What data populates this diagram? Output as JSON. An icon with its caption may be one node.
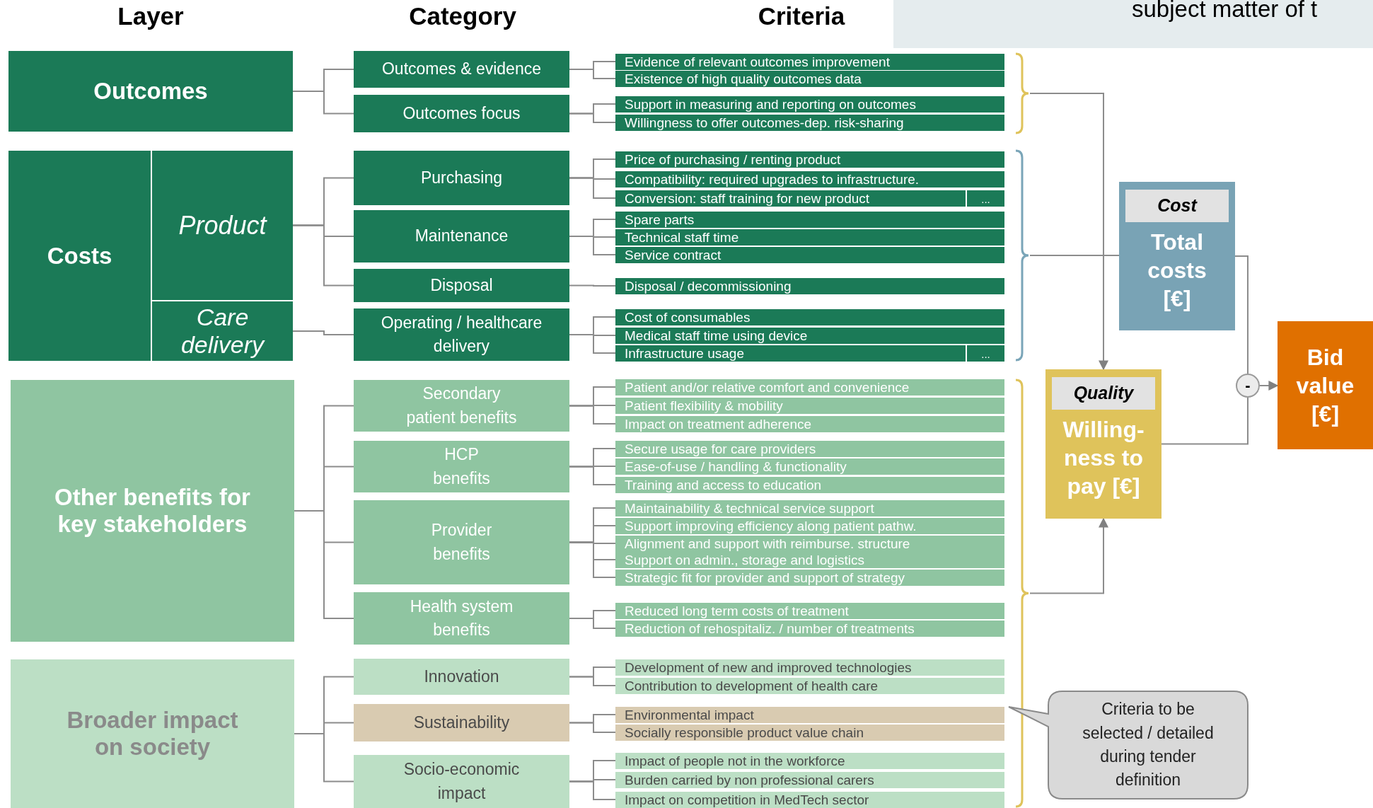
{
  "diagram": {
    "nodes": [
      {
        "text": [
          "Outcomes"
        ]
      },
      {
        "text": [
          "Costs"
        ]
      },
      {
        "text": [
          "Product"
        ]
      },
      {
        "text": [
          "Care delivery"
        ]
      },
      {
        "text": [
          "Other benefits for key stakeholders"
        ]
      },
      {
        "text": [
          "Broader impact on society"
        ]
      },
      {
        "text": [
          "Outcomes & evidence"
        ]
      },
      {
        "text": [
          "Outcomes focus"
        ]
      },
      {
        "text": [
          "Purchasing"
        ]
      },
      {
        "text": [
          "Maintenance"
        ]
      },
      {
        "text": [
          "Disposal"
        ]
      },
      {
        "text": [
          "Operating / healthcare delivery"
        ]
      },
      {
        "text": [
          "Secondary patient benefits"
        ]
      },
      {
        "text": [
          "HCP benefits"
        ]
      },
      {
        "text": [
          "Provider benefits"
        ]
      },
      {
        "text": [
          "Health system benefits"
        ]
      },
      {
        "text": [
          "Innovation"
        ]
      },
      {
        "text": [
          "Sustainability"
        ]
      },
      {
        "text": [
          "Socio-economic impact"
        ]
      },
      {
        "text": [
          "Evidence of relevant outcomes improvement"
        ]
      },
      {
        "text": [
          "Existence of high quality outcomes data"
        ]
      },
      {
        "text": [
          "Support in measuring and reporting on outcomes"
        ]
      },
      {
        "text": [
          "Willingness to offer outcomes-dep. risk-sharing"
        ]
      },
      {
        "text": [
          "Price of purchasing / renting product"
        ]
      },
      {
        "text": [
          "Compatibility: required upgrades to infrastructure."
        ]
      },
      {
        "text": [
          "Conversion: staff training for new product",
          "..."
        ]
      },
      {
        "text": [
          "Spare parts"
        ]
      },
      {
        "text": [
          "Technical staff time"
        ]
      },
      {
        "text": [
          "Service contract"
        ]
      },
      {
        "text": [
          "Disposal / decommissioning"
        ]
      },
      {
        "text": [
          "Cost of consumables"
        ]
      },
      {
        "text": [
          "Medical staff time using device"
        ]
      },
      {
        "text": [
          "Infrastructure usage",
          "..."
        ]
      },
      {
        "text": [
          "Patient and/or relative comfort and convenience"
        ]
      },
      {
        "text": [
          "Patient flexibility & mobility"
        ]
      },
      {
        "text": [
          "Impact on treatment adherence"
        ]
      },
      {
        "text": [
          "Secure usage for care providers"
        ]
      },
      {
        "text": [
          "Ease-of-use / handling & functionality"
        ]
      },
      {
        "text": [
          "Training and access to education"
        ]
      },
      {
        "text": [
          "Maintainability & technical service support"
        ]
      },
      {
        "text": [
          "Support improving efficiency along patient pathw."
        ]
      },
      {
        "text": [
          "Alignment and support with reimburse. structure"
        ]
      },
      {
        "text": [
          "Support on admin., storage and logistics"
        ]
      },
      {
        "text": [
          "Strategic fit for provider and support of strategy"
        ]
      },
      {
        "text": [
          "Reduced long term costs of treatment"
        ]
      },
      {
        "text": [
          "Reduction of rehospitaliz. / number of treatments"
        ]
      },
      {
        "text": [
          "Development of new and improved technologies"
        ]
      },
      {
        "text": [
          "Contribution to development of health care"
        ]
      },
      {
        "text": [
          "Environmental impact"
        ]
      },
      {
        "text": [
          "Socially responsible product value chain"
        ]
      },
      {
        "text": [
          "Impact of people not in the workforce"
        ]
      },
      {
        "text": [
          "Burden carried by non professional carers"
        ]
      },
      {
        "text": [
          "Impact on competition in MedTech sector"
        ]
      },
      {
        "text": [],
        "shape": "brace"
      },
      {
        "text": [],
        "shape": "brace"
      },
      {
        "text": [],
        "shape": "brace"
      },
      {
        "text": [
          "Cost",
          "Total costs [€]"
        ]
      },
      {
        "text": [
          "Quality",
          "Willing-ness to pay [€]"
        ]
      },
      {
        "text": [
          "-"
        ]
      },
      {
        "text": [
          "Bid value [€]"
        ]
      },
      {
        "text": [
          "Criteria to be selected / detailed during tender definition"
        ]
      },
      {
        "text": [
          "subject matter of t"
        ]
      }
    ],
    "edges": [
      {
        "from": 0,
        "to": 6,
        "arrow": "none"
      },
      {
        "from": 0,
        "to": 7,
        "arrow": "none"
      },
      {
        "from": 2,
        "to": 8,
        "arrow": "none"
      },
      {
        "from": 2,
        "to": 9,
        "arrow": "none"
      },
      {
        "from": 2,
        "to": 10,
        "arrow": "none"
      },
      {
        "from": 3,
        "to": 11,
        "arrow": "none"
      },
      {
        "from": 4,
        "to": 12,
        "arrow": "none"
      },
      {
        "from": 4,
        "to": 13,
        "arrow": "none"
      },
      {
        "from": 4,
        "to": 14,
        "arrow": "none"
      },
      {
        "from": 4,
        "to": 15,
        "arrow": "none"
      },
      {
        "from": 5,
        "to": 16,
        "arrow": "none"
      },
      {
        "from": 5,
        "to": 17,
        "arrow": "none"
      },
      {
        "from": 5,
        "to": 18,
        "arrow": "none"
      },
      {
        "from": 6,
        "to": 19,
        "arrow": "none"
      },
      {
        "from": 6,
        "to": 20,
        "arrow": "none"
      },
      {
        "from": 7,
        "to": 21,
        "arrow": "none"
      },
      {
        "from": 7,
        "to": 22,
        "arrow": "none"
      },
      {
        "from": 8,
        "to": 23,
        "arrow": "none"
      },
      {
        "from": 8,
        "to": 24,
        "arrow": "none"
      },
      {
        "from": 8,
        "to": 25,
        "arrow": "none"
      },
      {
        "from": 9,
        "to": 26,
        "arrow": "none"
      },
      {
        "from": 9,
        "to": 27,
        "arrow": "none"
      },
      {
        "from": 9,
        "to": 28,
        "arrow": "none"
      },
      {
        "from": 10,
        "to": 29,
        "arrow": "none"
      },
      {
        "from": 11,
        "to": 30,
        "arrow": "none"
      },
      {
        "from": 11,
        "to": 31,
        "arrow": "none"
      },
      {
        "from": 11,
        "to": 32,
        "arrow": "none"
      },
      {
        "from": 12,
        "to": 33,
        "arrow": "none"
      },
      {
        "from": 12,
        "to": 34,
        "arrow": "none"
      },
      {
        "from": 12,
        "to": 35,
        "arrow": "none"
      },
      {
        "from": 13,
        "to": 36,
        "arrow": "none"
      },
      {
        "from": 13,
        "to": 37,
        "arrow": "none"
      },
      {
        "from": 13,
        "to": 38,
        "arrow": "none"
      },
      {
        "from": 14,
        "to": 39,
        "arrow": "none"
      },
      {
        "from": 14,
        "to": 40,
        "arrow": "none"
      },
      {
        "from": 14,
        "to": 41,
        "arrow": "none"
      },
      {
        "from": 14,
        "to": 42,
        "arrow": "none"
      },
      {
        "from": 14,
        "to": 43,
        "arrow": "none"
      },
      {
        "from": 15,
        "to": 44,
        "arrow": "none"
      },
      {
        "from": 15,
        "to": 45,
        "arrow": "none"
      },
      {
        "from": 16,
        "to": 46,
        "arrow": "none"
      },
      {
        "from": 16,
        "to": 47,
        "arrow": "none"
      },
      {
        "from": 17,
        "to": 48,
        "arrow": "none"
      },
      {
        "from": 17,
        "to": 49,
        "arrow": "none"
      },
      {
        "from": 18,
        "to": 50,
        "arrow": "none"
      },
      {
        "from": 18,
        "to": 51,
        "arrow": "none"
      },
      {
        "from": 18,
        "to": 52,
        "arrow": "none"
      },
      {
        "from": 53,
        "to": 57,
        "arrow": "to"
      },
      {
        "from": 54,
        "to": 56,
        "arrow": "none"
      },
      {
        "from": 55,
        "to": 57,
        "arrow": "to"
      },
      {
        "from": 56,
        "to": 58,
        "arrow": "none"
      },
      {
        "from": 57,
        "to": 58,
        "arrow": "none"
      },
      {
        "from": 58,
        "to": 59,
        "arrow": "to"
      }
    ],
    "labels": [
      "Layer",
      "Category",
      "Criteria"
    ]
  }
}
